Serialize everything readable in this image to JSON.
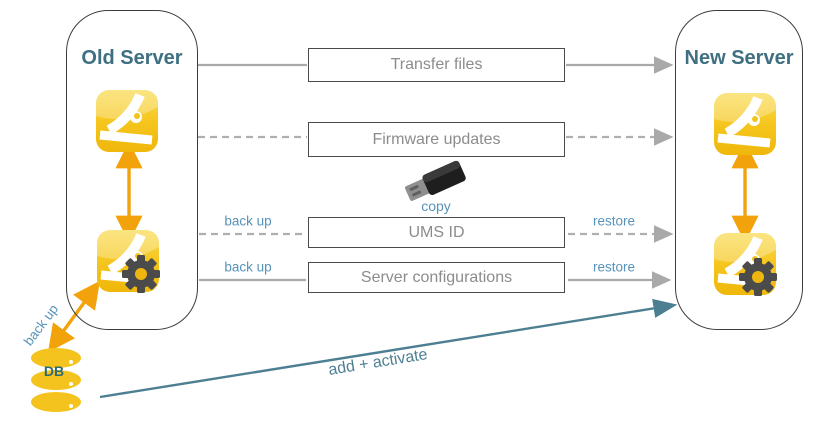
{
  "servers": {
    "old": {
      "title": "Old Server"
    },
    "new": {
      "title": "New Server"
    }
  },
  "steps": {
    "transfer": {
      "label": "Transfer files"
    },
    "firmware": {
      "label": "Firmware updates"
    },
    "ums_id": {
      "label": "UMS ID",
      "left": "back up",
      "right": "restore"
    },
    "configs": {
      "label": "Server configurations",
      "left": "back up",
      "right": "restore"
    }
  },
  "usb": {
    "label": "copy"
  },
  "db": {
    "label": "DB",
    "arrow_label": "back up"
  },
  "activate_arrow": {
    "label": "add + activate"
  },
  "icons": {
    "app": "ums-app-icon",
    "app_config": "ums-config-gear-icon",
    "usb": "usb-stick-icon",
    "database": "database-icon",
    "sync": "orange-sync-arrow-icon"
  },
  "colors": {
    "title_teal": "#3E7082",
    "label_blue": "#5793BA",
    "arrow_teal": "#4D7F92",
    "line_gray": "#A9A9A9",
    "box_border": "#4A4A4A",
    "box_text": "#8C8C8C",
    "accent_orange": "#F2A30B",
    "brand_yellow": "#F4C41C"
  }
}
